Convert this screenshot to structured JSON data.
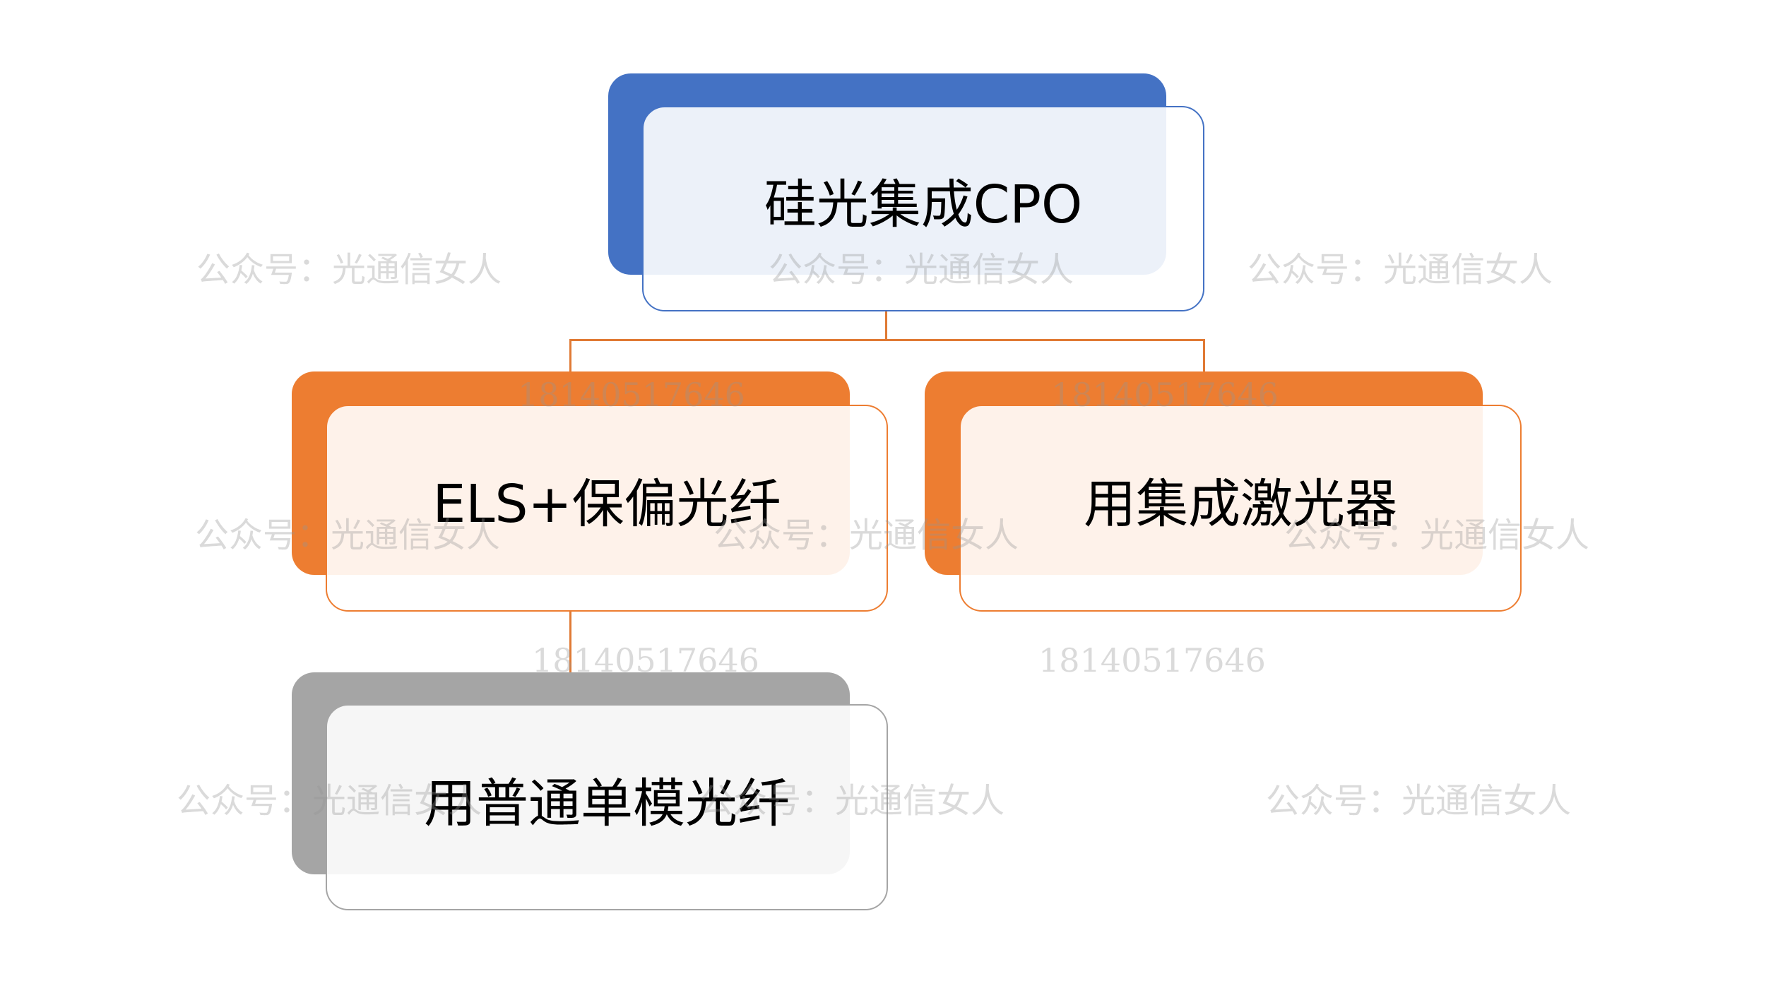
{
  "nodes": {
    "root": {
      "label": "硅光集成CPO",
      "color": "#4472C4"
    },
    "left": {
      "label": "ELS+保偏光纤",
      "color": "#ED7D31"
    },
    "right": {
      "label": "用集成激光器",
      "color": "#ED7D31"
    },
    "bottom": {
      "label": "用普通单模光纤",
      "color": "#A5A5A5"
    }
  },
  "watermarks": {
    "account": "公众号：光通信女人",
    "phone": "18140517646"
  }
}
